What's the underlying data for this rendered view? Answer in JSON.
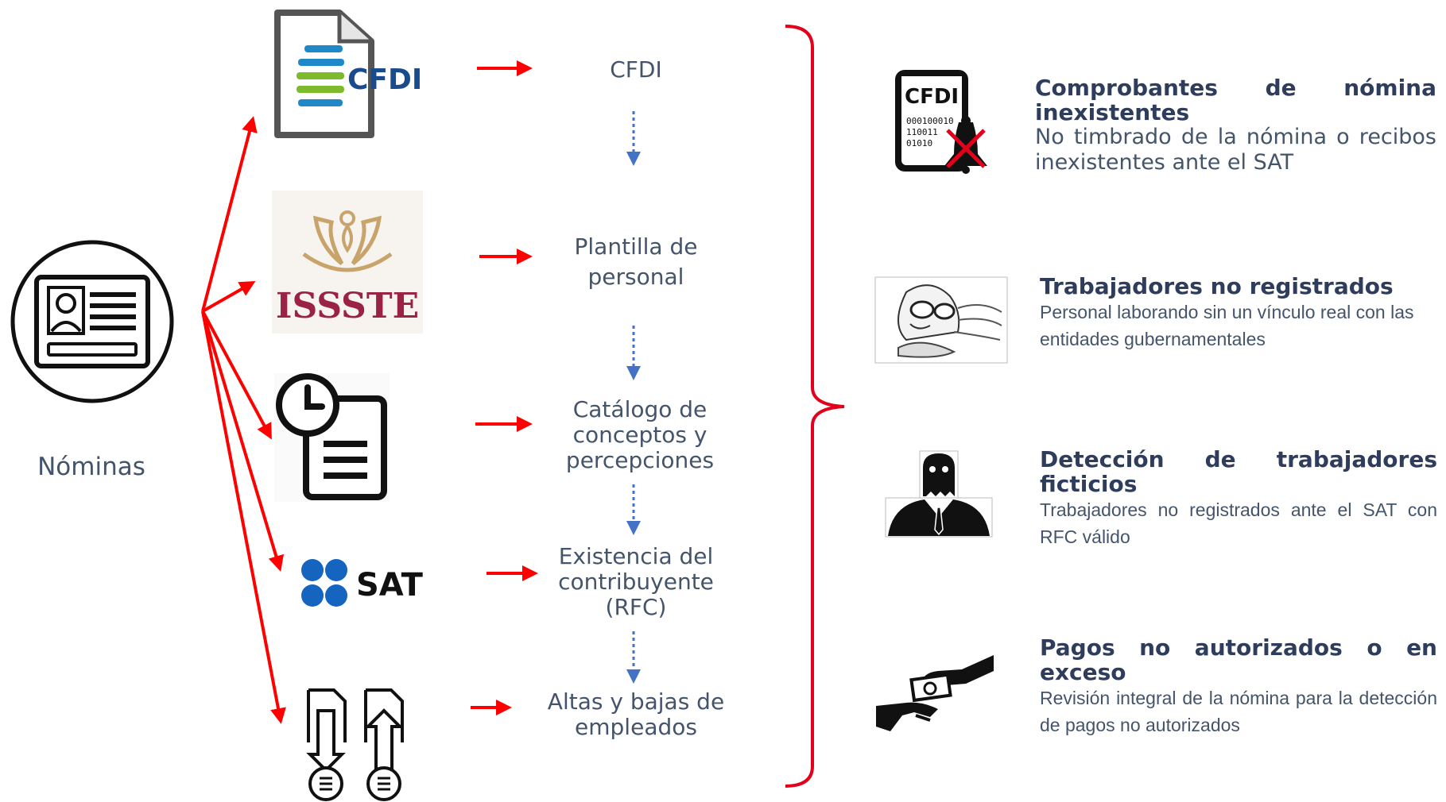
{
  "source": {
    "label": "Nóminas"
  },
  "logos": {
    "cfdi": "CFDI",
    "issste": "ISSSTE",
    "sat": "SAT"
  },
  "steps": [
    {
      "lines": [
        "CFDI"
      ]
    },
    {
      "lines": [
        "Plantilla de",
        "personal"
      ]
    },
    {
      "lines": [
        "Catálogo de",
        "conceptos y",
        "percepciones"
      ]
    },
    {
      "lines": [
        "Existencia del",
        "contribuyente",
        "(RFC)"
      ]
    },
    {
      "lines": [
        "Altas y bajas de",
        "empleados"
      ]
    }
  ],
  "findings": [
    {
      "icon": "cfdi-certificate-icon",
      "icon_text": "CFDI",
      "icon_digits": [
        "000100010",
        "110011",
        "01010"
      ],
      "title": "Comprobantes de nómina inexistentes",
      "description": "No timbrado de la nómina o recibos inexistentes ante el SAT"
    },
    {
      "icon": "ghost-sketch-icon",
      "title": "Trabajadores no registrados",
      "description": "Personal laborando sin un vínculo real con las entidades gubernamentales"
    },
    {
      "icon": "ghost-worker-icon",
      "title": "Detección de trabajadores ficticios",
      "description": "Trabajadores no registrados ante el SAT con RFC válido"
    },
    {
      "icon": "money-handover-icon",
      "title": "Pagos no autorizados o en exceso",
      "description": "Revisión integral de la nómina para la detección de pagos no autorizados"
    }
  ],
  "colors": {
    "arrow_red": "#ff0000",
    "dotted_blue": "#4472c4",
    "text": "#44546a",
    "title": "#2f3d5c",
    "brace": "#e3001b",
    "cfdi_blue": "#1e88c9",
    "cfdi_green": "#7dbb2d",
    "issste_red": "#9b2247",
    "issste_gold": "#c8a46a",
    "sat_blue": "#1565c0"
  }
}
